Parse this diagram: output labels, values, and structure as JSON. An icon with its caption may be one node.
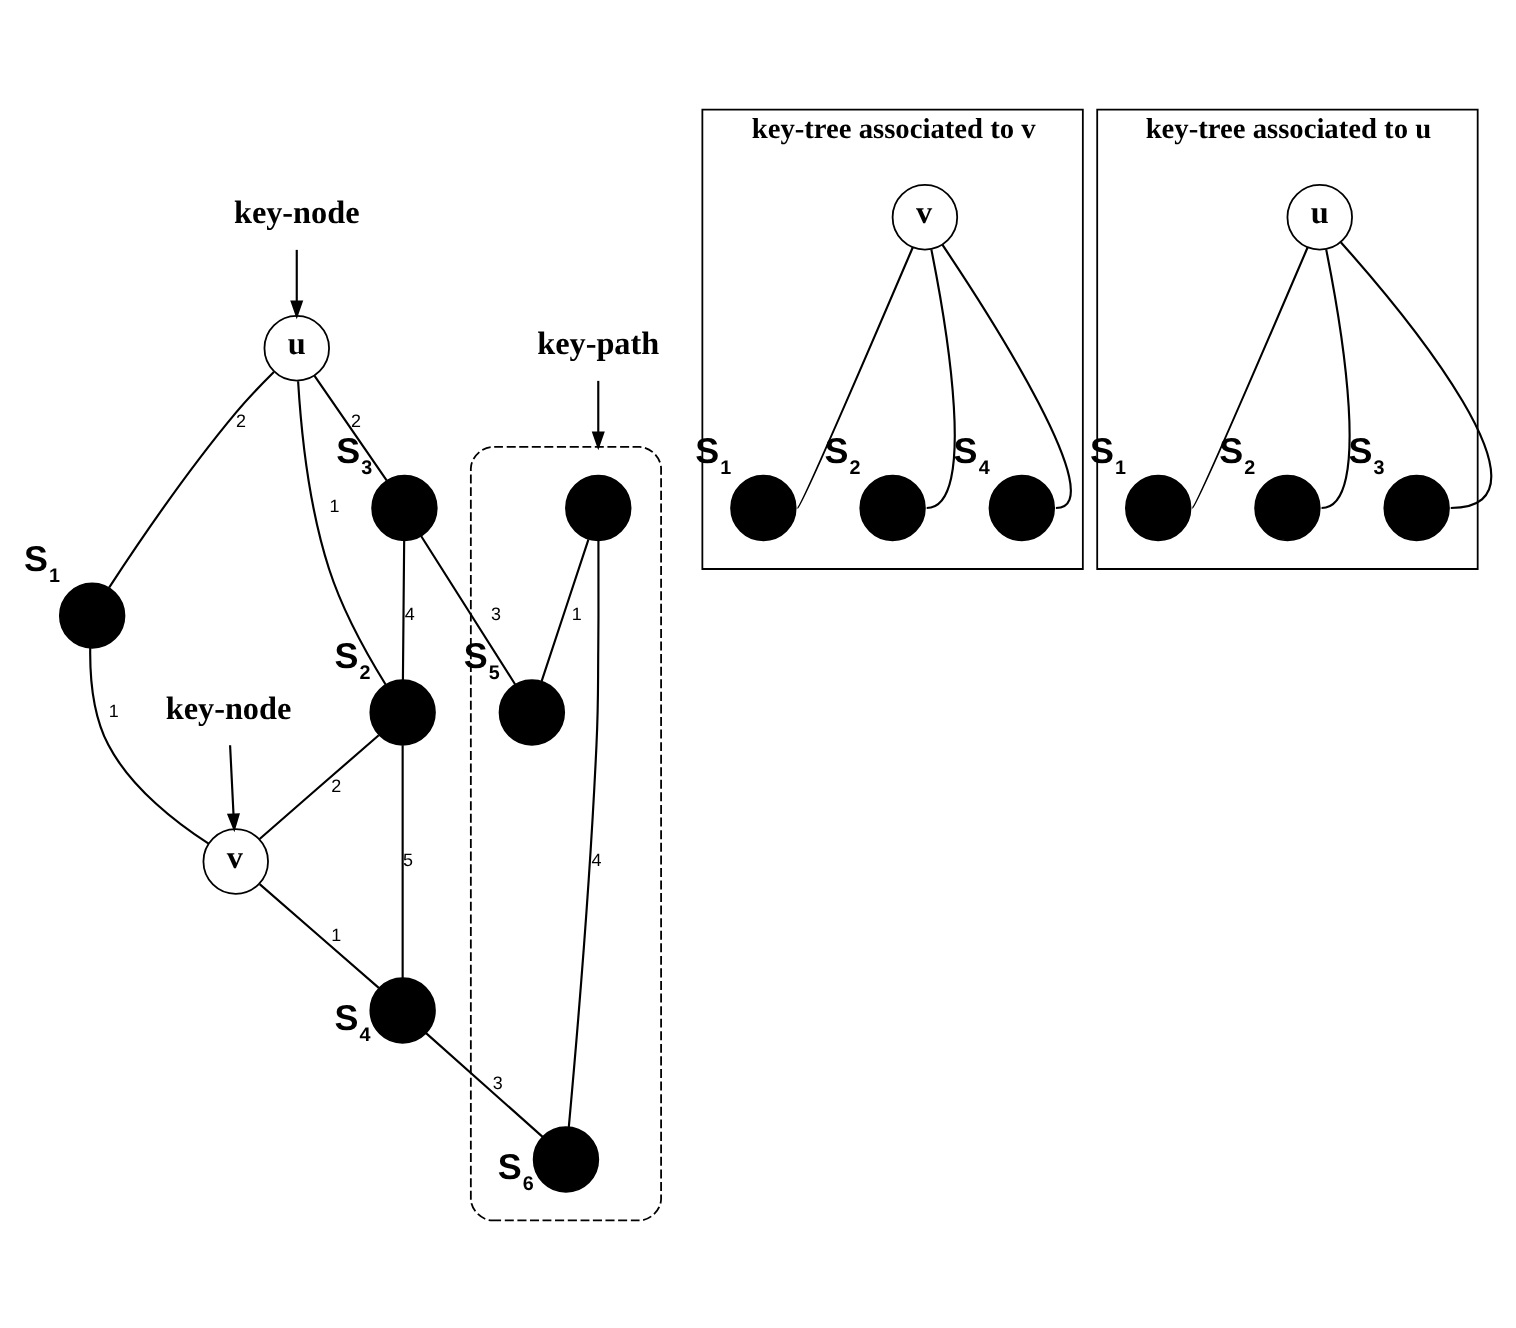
{
  "diagram": {
    "nodes": [
      {
        "text": [
          "key-node"
        ]
      },
      {
        "text": [
          "key-node"
        ]
      },
      {
        "text": [
          "u"
        ]
      },
      {
        "text": [],
        "shape": "circle",
        "beside": [
          "S$_{1}$"
        ]
      },
      {
        "text": [
          "v"
        ]
      },
      {
        "text": [],
        "shape": "circle",
        "beside": [
          "S$_{2}$"
        ]
      },
      {
        "text": [],
        "shape": "circle",
        "beside": [
          "S$_{3}$"
        ]
      },
      {
        "text": [],
        "shape": "circle",
        "beside": [
          "S$_{4}$"
        ]
      },
      {
        "text": [],
        "shape": "outline"
      },
      {
        "text": [],
        "shape": "circle",
        "in": 8
      },
      {
        "text": [],
        "shape": "circle",
        "beside": [
          "S$_{5}$"
        ],
        "in": 8
      },
      {
        "text": [],
        "shape": "circle",
        "beside": [
          "S$_{6}$"
        ],
        "in": 8
      },
      {
        "text": [
          "key-path"
        ]
      },
      {
        "text": [
          "key-tree associated to v"
        ]
      },
      {
        "text": [],
        "shape": "circle",
        "beside": [
          "S$_{1}$"
        ],
        "in": 13
      },
      {
        "text": [
          "v"
        ],
        "in": 13
      },
      {
        "text": [],
        "shape": "circle",
        "beside": [
          "S$_{2}$"
        ],
        "in": 13
      },
      {
        "text": [],
        "shape": "circle",
        "beside": [
          "S$_{4}$"
        ],
        "in": 13
      },
      {
        "text": [
          "key-tree associated to u"
        ]
      },
      {
        "text": [],
        "shape": "circle",
        "beside": [
          "S$_{1}$"
        ],
        "in": 18
      },
      {
        "text": [
          "u"
        ],
        "in": 18
      },
      {
        "text": [],
        "shape": "circle",
        "beside": [
          "S$_{2}$"
        ],
        "in": 18
      },
      {
        "text": [],
        "shape": "circle",
        "beside": [
          "S$_{3}$"
        ],
        "in": 18
      }
    ],
    "edges": [
      {
        "from": 0,
        "to": 2,
        "arrow": "to"
      },
      {
        "from": 1,
        "to": 4,
        "arrow": "to"
      },
      {
        "from": 2,
        "to": 3,
        "arrow": "none",
        "label": "2"
      },
      {
        "from": 3,
        "to": 4,
        "arrow": "none",
        "label": "1"
      },
      {
        "from": 2,
        "to": 5,
        "arrow": "none",
        "label": "1"
      },
      {
        "from": 5,
        "to": 4,
        "arrow": "none",
        "label": "2"
      },
      {
        "from": 2,
        "to": 6,
        "arrow": "none",
        "label": "2"
      },
      {
        "from": 6,
        "to": 5,
        "arrow": "none",
        "label": "4"
      },
      {
        "from": 4,
        "to": 7,
        "arrow": "none",
        "label": "1"
      },
      {
        "from": 5,
        "to": 7,
        "arrow": "none",
        "label": "5"
      },
      {
        "from": 6,
        "to": 10,
        "arrow": "none",
        "label": "3"
      },
      {
        "from": 9,
        "to": 10,
        "arrow": "none",
        "label": "1"
      },
      {
        "from": 9,
        "to": 11,
        "arrow": "none",
        "label": "4"
      },
      {
        "from": 7,
        "to": 11,
        "arrow": "none",
        "label": "3"
      },
      {
        "from": 12,
        "to": 8,
        "arrow": "to"
      },
      {
        "from": 15,
        "to": 14,
        "arrow": "none"
      },
      {
        "from": 15,
        "to": 16,
        "arrow": "none"
      },
      {
        "from": 15,
        "to": 17,
        "arrow": "none"
      },
      {
        "from": 20,
        "to": 19,
        "arrow": "none"
      },
      {
        "from": 20,
        "to": 21,
        "arrow": "none"
      },
      {
        "from": 20,
        "to": 22,
        "arrow": "none"
      }
    ]
  }
}
